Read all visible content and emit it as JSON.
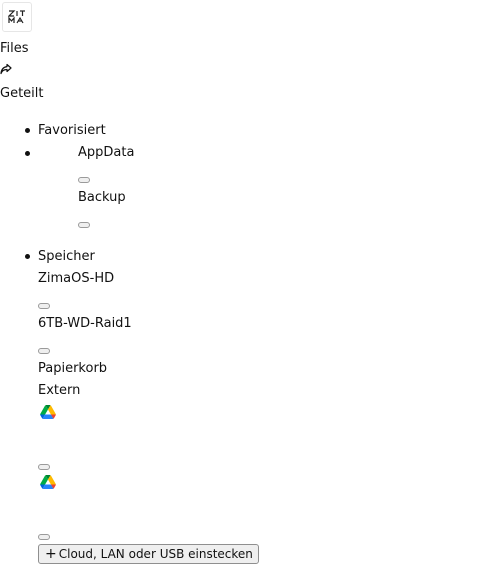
{
  "app": {
    "logo_text": "ZIMA",
    "title": "Files"
  },
  "nav": {
    "shared_label": "Geteilt",
    "shared_icon": "share-icon"
  },
  "sections": {
    "favorites": {
      "label": "Favorisiert",
      "items": [
        {
          "label": "AppData"
        },
        {
          "label": "Backup"
        }
      ]
    },
    "storage": {
      "label": "Speicher",
      "items": [
        {
          "label": "ZimaOS-HD"
        },
        {
          "label": "6TB-WD-Raid1"
        }
      ],
      "trash_label": "Papierkorb"
    },
    "external": {
      "label": "Extern",
      "items": [
        {
          "icon": "google-drive-icon"
        },
        {
          "icon": "google-drive-icon"
        }
      ],
      "add_button_label": "Cloud, LAN oder USB einstecken",
      "add_icon": "plus-icon"
    }
  }
}
